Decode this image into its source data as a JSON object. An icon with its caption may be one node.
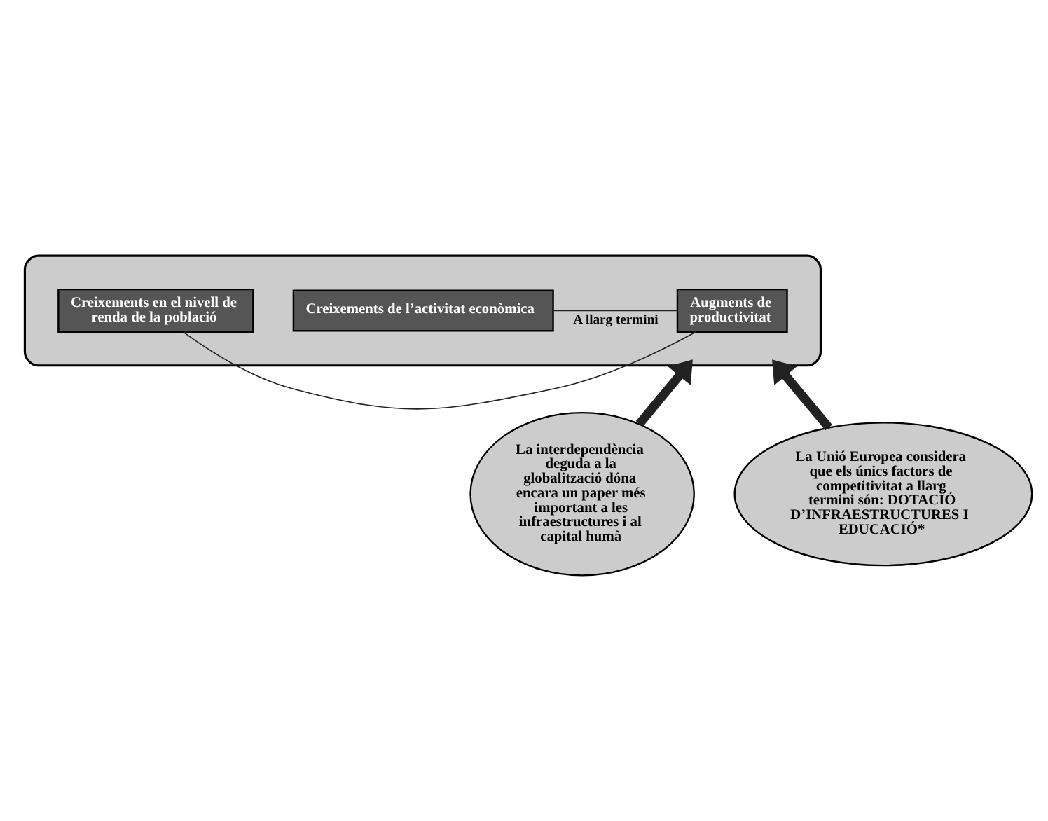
{
  "diagram": {
    "nodes": [
      {
        "text": [],
        "shape": "ellipse"
      },
      {
        "text": [
          "Augments de productivitat"
        ],
        "in": 0
      },
      {
        "text": [
          "Creixements de l’activitat econòmica"
        ],
        "in": 0
      },
      {
        "text": [
          "Creixements en el nivell de renda de la població"
        ],
        "in": 0
      },
      {
        "text": [
          "La interdependència deguda a la globalització dóna encara un paper més important a les infraestructures i al capital humà"
        ]
      },
      {
        "text": [
          "La Unió Europea considera que els únics factors de competitivitat a llarg termini són: DOTACIÓ D’INFRAESTRUCTURES I EDUCACIÓ*"
        ]
      }
    ],
    "edges": [
      {
        "from": 1,
        "to": 2,
        "arrow": "none",
        "label": "A llarg termini"
      },
      {
        "from": 1,
        "to": 3,
        "arrow": "none"
      },
      {
        "from": 4,
        "to": 0,
        "arrow": "to",
        "style": "thick"
      },
      {
        "from": 5,
        "to": 0,
        "arrow": "to",
        "style": "thick"
      }
    ]
  }
}
